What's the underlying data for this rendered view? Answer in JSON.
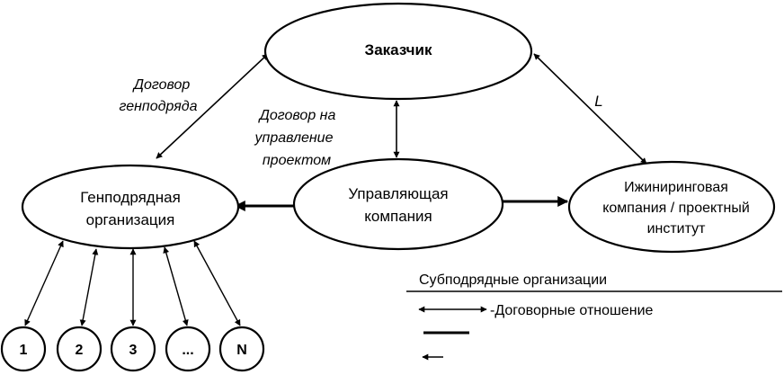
{
  "nodes": {
    "customer": "Заказчик",
    "general_contractor": [
      "Генподрядная",
      "организация"
    ],
    "management_company": [
      "Управляющая",
      "компания"
    ],
    "engineering": [
      "Ижиниринговая",
      "компания / проектный",
      "институт"
    ]
  },
  "labels": {
    "gen_contract": [
      "Договор",
      "генподряда"
    ],
    "management_contract": [
      "Договор на",
      "управление",
      "проектом"
    ],
    "engineering_mark": "L"
  },
  "subcontractors": [
    "1",
    "2",
    "3",
    "...",
    "N"
  ],
  "legend": {
    "title": "Субподрядные организации",
    "contract_relations": "-Договорные отношение"
  }
}
